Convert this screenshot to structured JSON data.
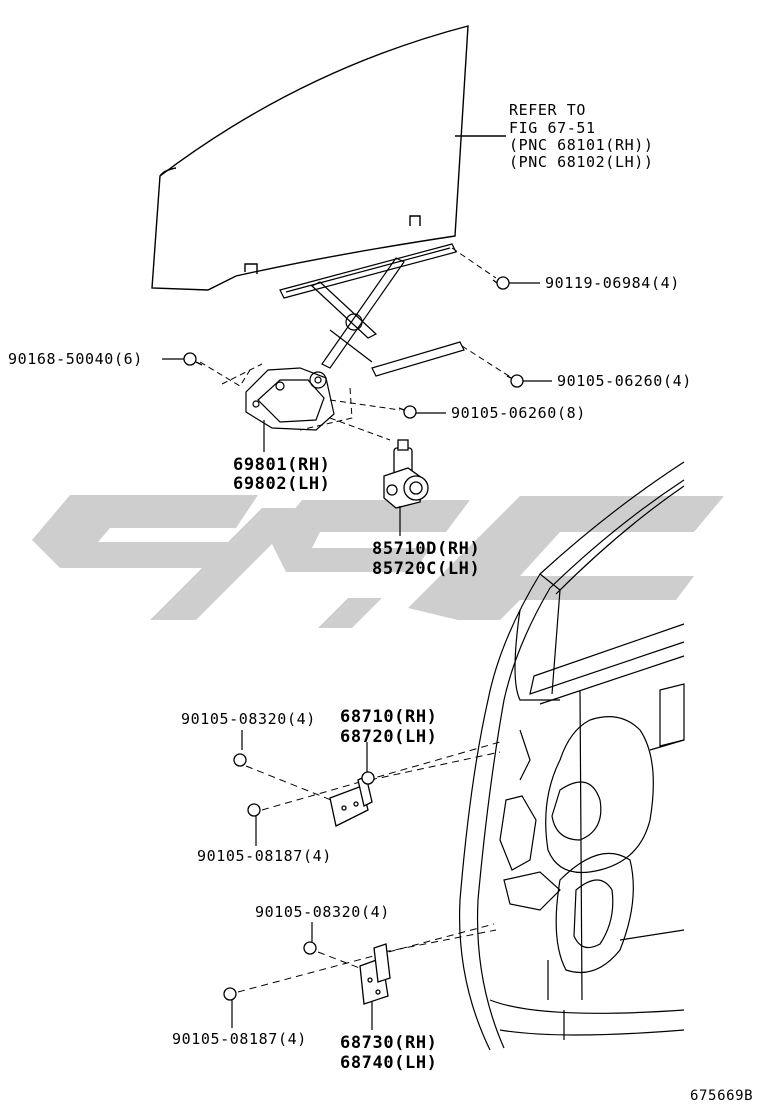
{
  "labels": {
    "refer_line1": "REFER TO",
    "refer_line2": "FIG 67-51",
    "refer_line3": "(PNC 68101(RH))",
    "refer_line4": "(PNC 68102(LH))",
    "p90119_06984": "90119-06984(4)",
    "p90168_50040": "90168-50040(6)",
    "p90105_06260_4": "90105-06260(4)",
    "p90105_06260_8": "90105-06260(8)",
    "p69801": "69801(RH)",
    "p69802": "69802(LH)",
    "p85710d": "85710D(RH)",
    "p85720c": "85720C(LH)",
    "p90105_08320_a": "90105-08320(4)",
    "p68710": "68710(RH)",
    "p68720": "68720(LH)",
    "p90105_08187_a": "90105-08187(4)",
    "p90105_08320_b": "90105-08320(4)",
    "p90105_08187_b": "90105-08187(4)",
    "p68730": "68730(RH)",
    "p68740": "68740(LH)",
    "figure_id": "675669B"
  },
  "colors": {
    "line": "#000000",
    "watermark": "#cccccc",
    "background": "#ffffff"
  }
}
